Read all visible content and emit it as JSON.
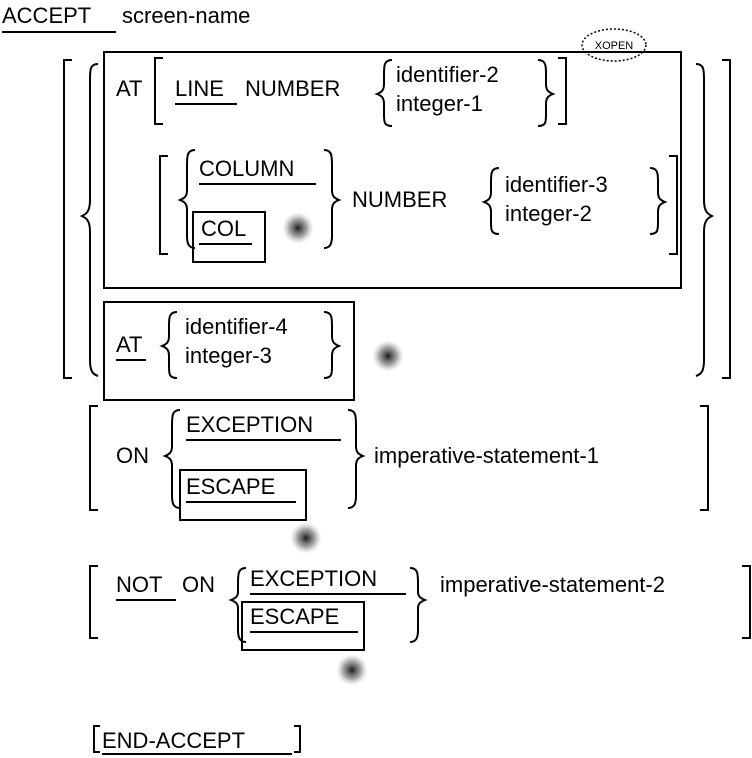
{
  "statement": {
    "keyword": "ACCEPT",
    "operand": "screen-name"
  },
  "position": {
    "at_keyword": "AT",
    "line_keyword": "LINE",
    "line_number_word": "NUMBER",
    "line_options": [
      "identifier-2",
      "integer-1"
    ],
    "column_keyword": "COLUMN",
    "col_keyword": "COL",
    "column_number_word": "NUMBER",
    "column_options": [
      "identifier-3",
      "integer-2"
    ],
    "xopen_badge": "XOPEN",
    "at2_keyword": "AT",
    "at2_options": [
      "identifier-4",
      "integer-3"
    ]
  },
  "exception_clause": {
    "on_keyword": "ON",
    "exception_keyword": "EXCEPTION",
    "escape_keyword": "ESCAPE",
    "statement": "imperative-statement-1"
  },
  "not_exception_clause": {
    "not_keyword": "NOT",
    "on_keyword": "ON",
    "exception_keyword": "EXCEPTION",
    "escape_keyword": "ESCAPE",
    "statement": "imperative-statement-2"
  },
  "end": {
    "keyword": "END-ACCEPT"
  },
  "colors": {
    "ink": "#000000",
    "extension_marker": "#9a9a9a",
    "background": "#ffffff"
  },
  "icons": {
    "extension_marker": "extension-marker-icon"
  }
}
